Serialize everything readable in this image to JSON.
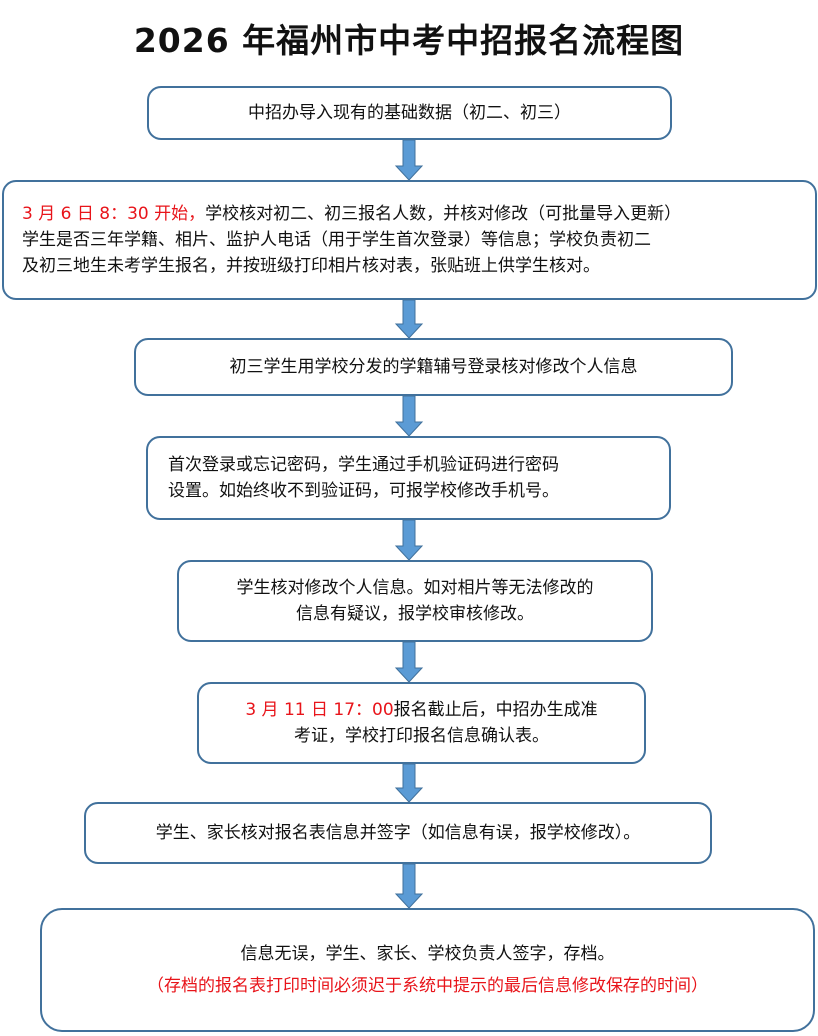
{
  "title": "2026 年福州市中考中招报名流程图",
  "colors": {
    "box_border": "#41719c",
    "arrow_fill": "#5b9bd5",
    "arrow_stroke": "#41719c",
    "highlight_red": "#e8141a"
  },
  "steps": [
    {
      "lines": [
        "中招办导入现有的基础数据（初二、初三）"
      ]
    },
    {
      "highlight": "3 月 6 日 8：30 开始，",
      "lines": [
        "学校核对初二、初三报名人数，并核对修改（可批量导入更新）",
        "学生是否三年学籍、相片、监护人电话（用于学生首次登录）等信息；学校负责初二",
        "及初三地生未考学生报名，并按班级打印相片核对表，张贴班上供学生核对。"
      ]
    },
    {
      "lines": [
        "初三学生用学校分发的学籍辅号登录核对修改个人信息"
      ]
    },
    {
      "lines": [
        "首次登录或忘记密码，学生通过手机验证码进行密码",
        "设置。如始终收不到验证码，可报学校修改手机号。"
      ]
    },
    {
      "lines": [
        "学生核对修改个人信息。如对相片等无法修改的",
        "信息有疑议，报学校审核修改。"
      ]
    },
    {
      "highlight": "3 月 11 日 17：00",
      "lines": [
        "报名截止后，中招办生成准",
        "考证，学校打印报名信息确认表。"
      ]
    },
    {
      "lines": [
        "学生、家长核对报名表信息并签字（如信息有误，报学校修改）。"
      ]
    },
    {
      "lines": [
        "信息无误，学生、家长、学校负责人签字，存档。"
      ],
      "note": "（存档的报名表打印时间必须迟于系统中提示的最后信息修改保存的时间）"
    }
  ]
}
